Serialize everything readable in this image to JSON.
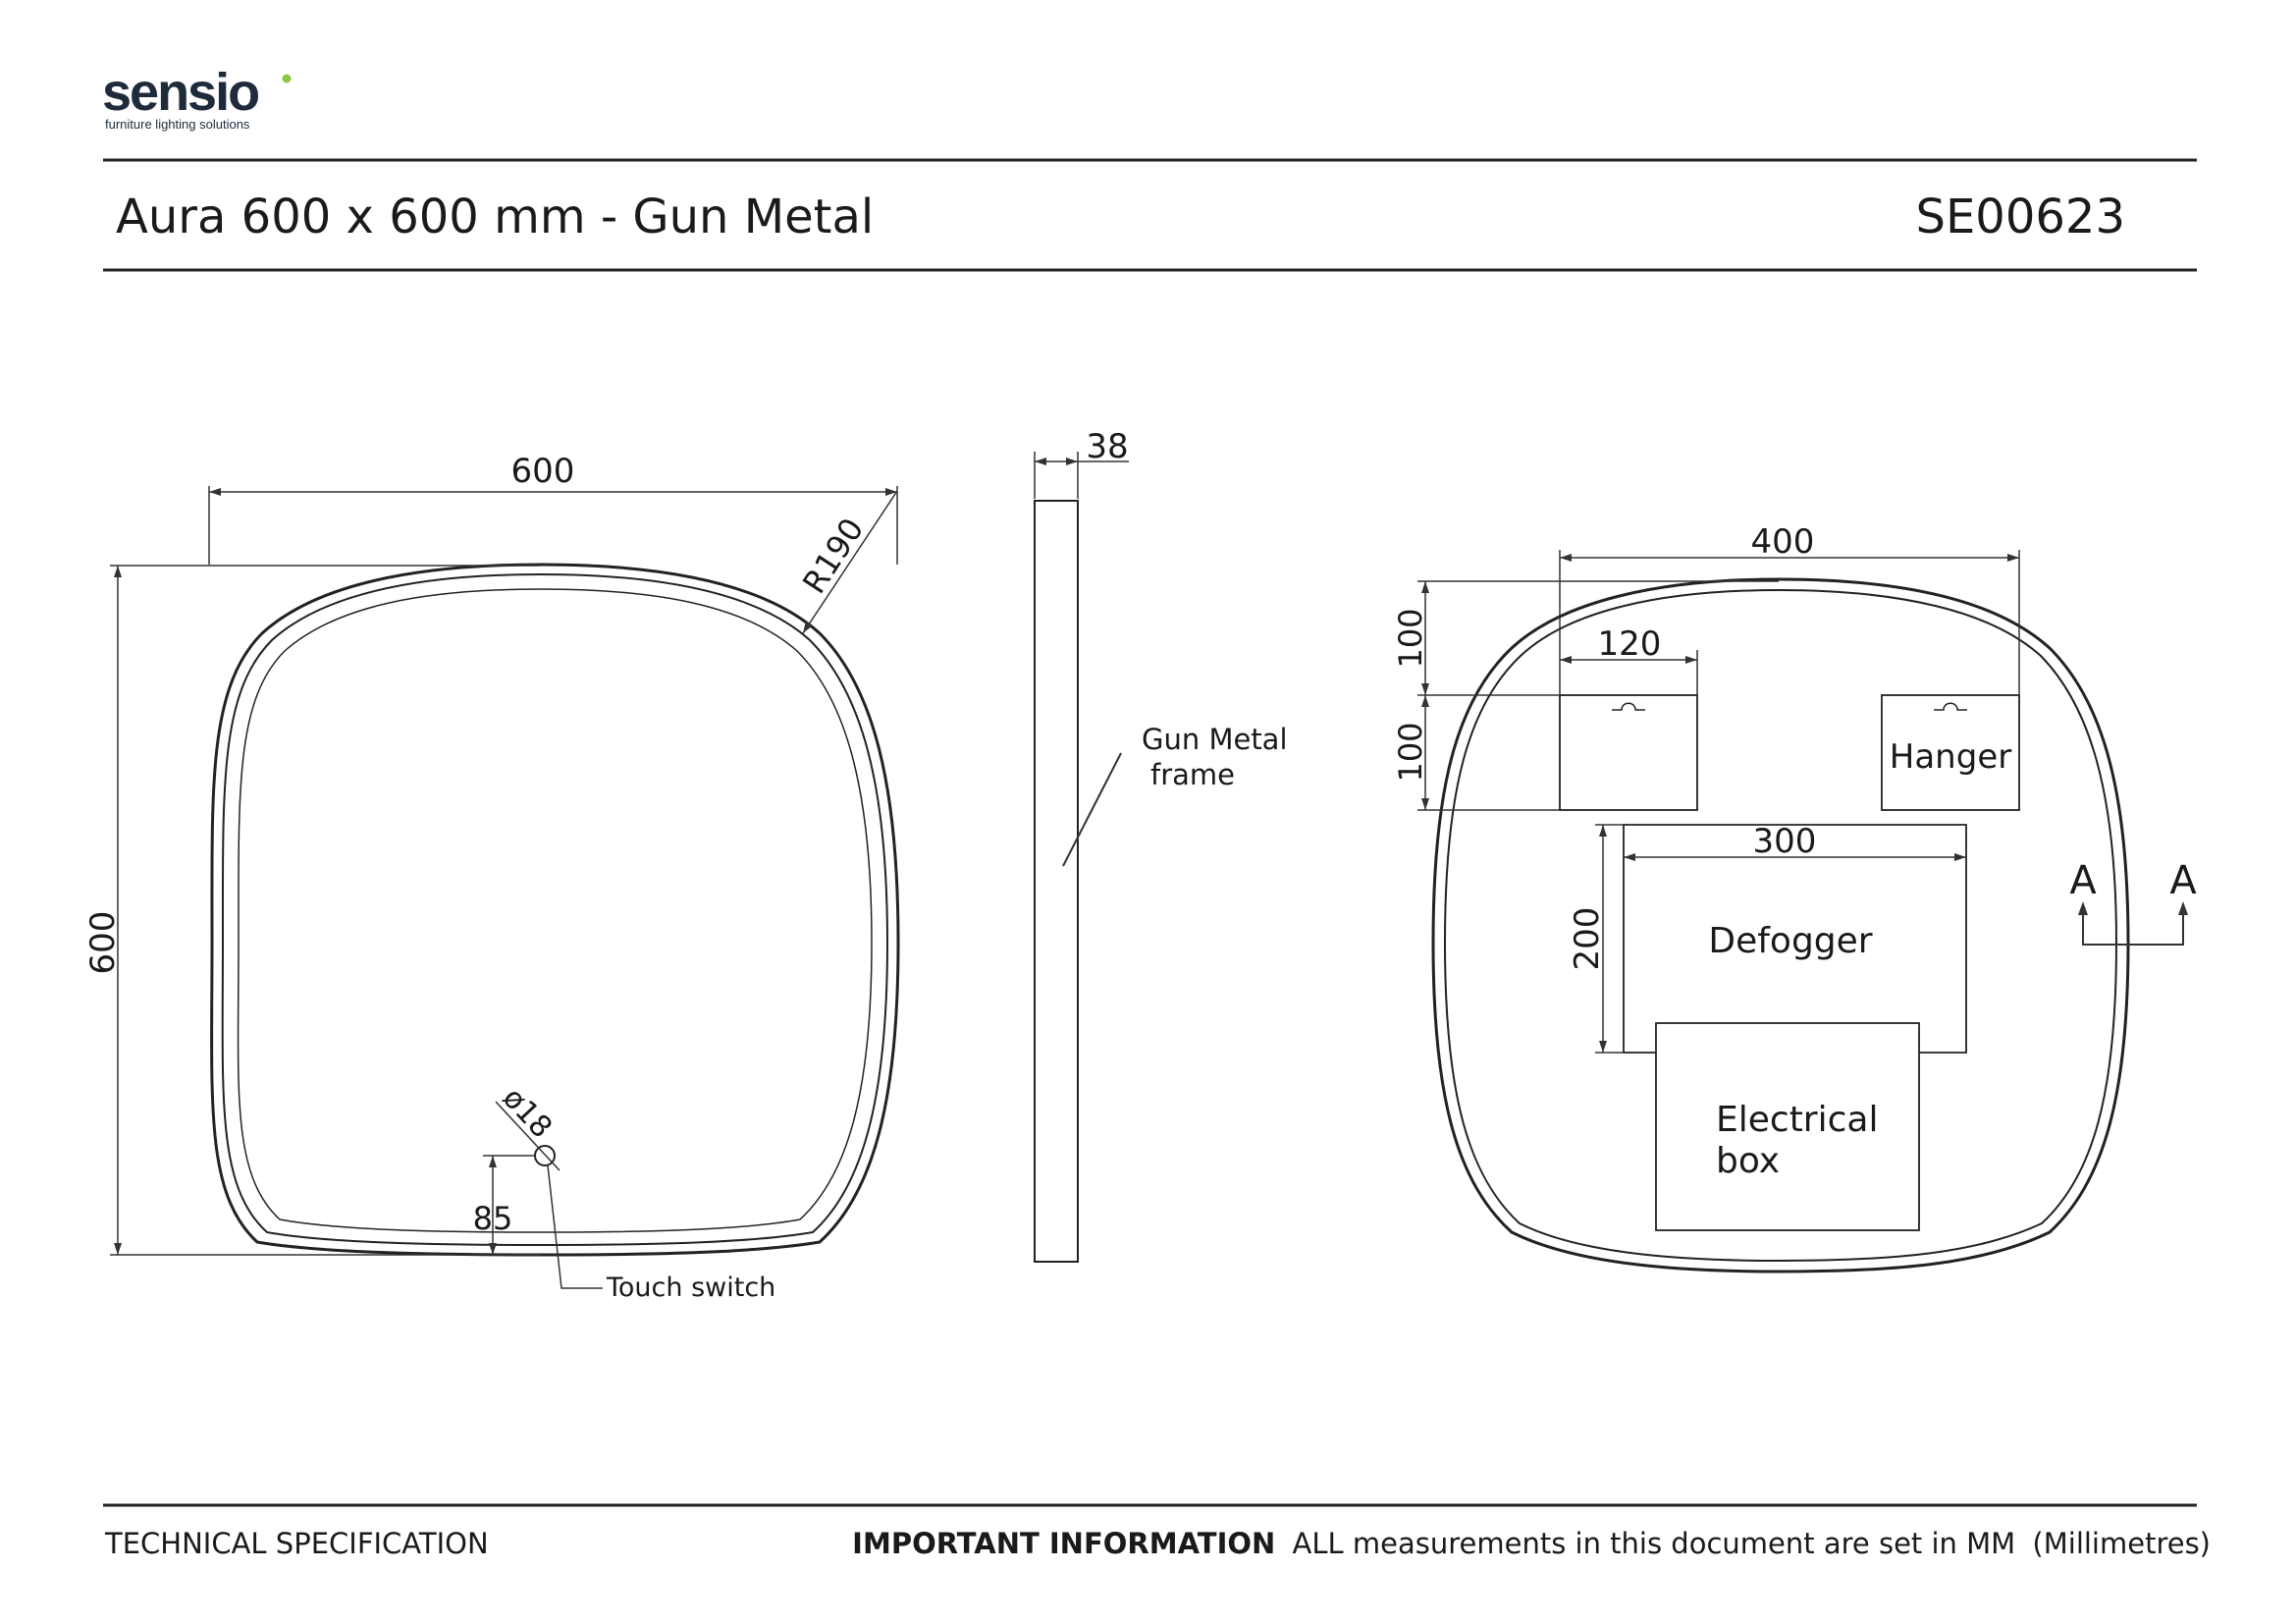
{
  "brand": {
    "logo_word": "sensio",
    "tagline": "furniture lighting solutions",
    "accent_color": "#8dc63f",
    "ink_color": "#1f2a3a"
  },
  "header": {
    "title": "Aura 600 x 600 mm - Gun Metal",
    "product_code": "SE00623"
  },
  "front_view": {
    "width": "600",
    "height": "600",
    "corner_radius": "R190",
    "switch_diameter": "ø18",
    "switch_offset": "85",
    "switch_label": "Touch switch"
  },
  "side_view": {
    "depth": "38",
    "frame_label_line1": "Gun Metal",
    "frame_label_line2": "frame"
  },
  "rear_view": {
    "hanger_spacing": "400",
    "hanger_width": "120",
    "top_offset": "100",
    "hanger_height": "100",
    "hanger_label": "Hanger",
    "defogger_width": "300",
    "defogger_height": "200",
    "defogger_label": "Defogger",
    "electrical_line1": "Electrical",
    "electrical_line2": "box",
    "section_left": "A",
    "section_right": "A"
  },
  "footer": {
    "left": "TECHNICAL SPECIFICATION",
    "important_bold": "IMPORTANT INFORMATION",
    "important_text": "ALL measurements in this document are set in MM",
    "units_note": "(Millimetres)"
  }
}
